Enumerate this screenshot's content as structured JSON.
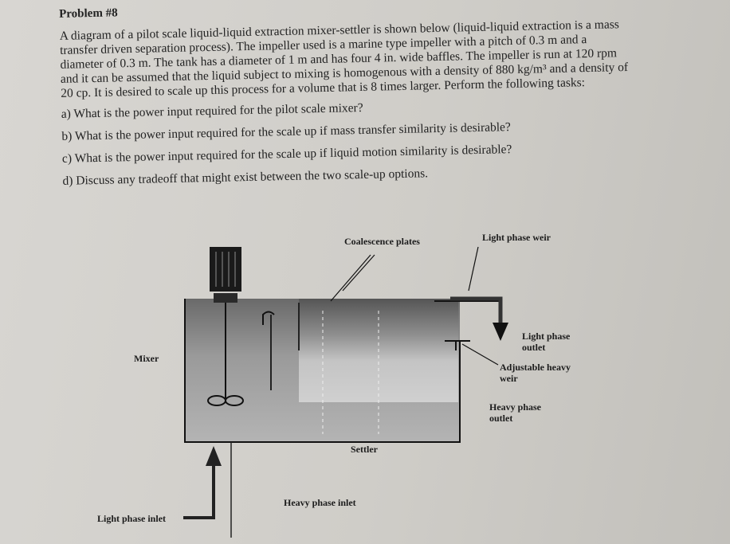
{
  "problem": {
    "title": "Problem #8",
    "body": "A diagram of a pilot scale liquid-liquid extraction mixer-settler is shown below (liquid-liquid extraction is a mass transfer driven separation process). The impeller used is a marine type impeller with a pitch of 0.3 m and a diameter of 0.3 m. The tank has a diameter of 1 m and has four 4 in. wide baffles. The impeller is run at 120 rpm and it can be assumed that the liquid subject to mixing is homogenous with a density of 880 kg/m³ and a density of 20 cp. It is desired to scale up this process for a volume that is 8 times larger. Perform the following tasks:",
    "tasks": [
      "a) What is the power input required for the pilot scale mixer?",
      "b) What is the power input required for the scale up if mass transfer similarity is desirable?",
      "c) What is the power input required for the scale up if liquid motion similarity is desirable?",
      "d) Discuss any tradeoff that might exist between the two scale-up options."
    ]
  },
  "diagram_labels": {
    "coalescence": "Coalescence plates",
    "light_weir": "Light phase weir",
    "mixer": "Mixer",
    "light_outlet_1": "Light phase",
    "light_outlet_2": "outlet",
    "adj_weir_1": "Adjustable heavy",
    "adj_weir_2": "weir",
    "heavy_outlet_1": "Heavy phase",
    "heavy_outlet_2": "outlet",
    "settler": "Settler",
    "heavy_inlet": "Heavy phase inlet",
    "light_inlet": "Light phase inlet"
  }
}
